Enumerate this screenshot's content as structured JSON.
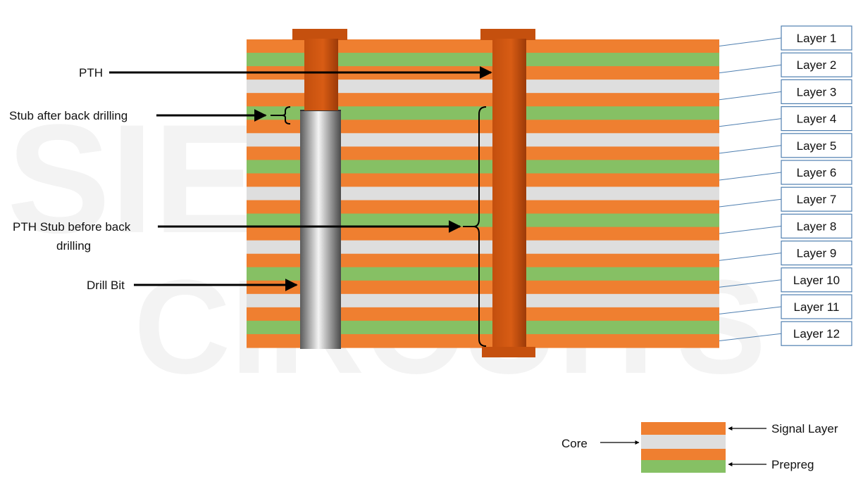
{
  "colors": {
    "signal": "#ef7f30",
    "prepreg": "#86c064",
    "core": "#dedede",
    "pth": "#c8500f",
    "layer_box_border": "#4f7fb0",
    "arrow": "#000000"
  },
  "stack": [
    "signal",
    "prepreg",
    "signal",
    "core",
    "signal",
    "prepreg",
    "signal",
    "core",
    "signal",
    "prepreg",
    "signal",
    "core",
    "signal",
    "prepreg",
    "signal",
    "core",
    "signal",
    "prepreg",
    "signal",
    "core",
    "signal",
    "prepreg",
    "signal"
  ],
  "layer_labels": [
    "Layer 1",
    "Layer 2",
    "Layer 3",
    "Layer 4",
    "Layer 5",
    "Layer 6",
    "Layer 7",
    "Layer 8",
    "Layer 9",
    "Layer 10",
    "Layer 11",
    "Layer 12"
  ],
  "callouts": {
    "pth": "PTH",
    "stub_after": "Stub after back drilling",
    "stub_before_line1": "PTH Stub before back",
    "stub_before_line2": "drilling",
    "drill_bit": "Drill Bit"
  },
  "legend": {
    "core": "Core",
    "signal_layer": "Signal Layer",
    "prepreg": "Prepreg"
  },
  "watermark_text": [
    "SIERRA",
    "CIRCUITS"
  ]
}
